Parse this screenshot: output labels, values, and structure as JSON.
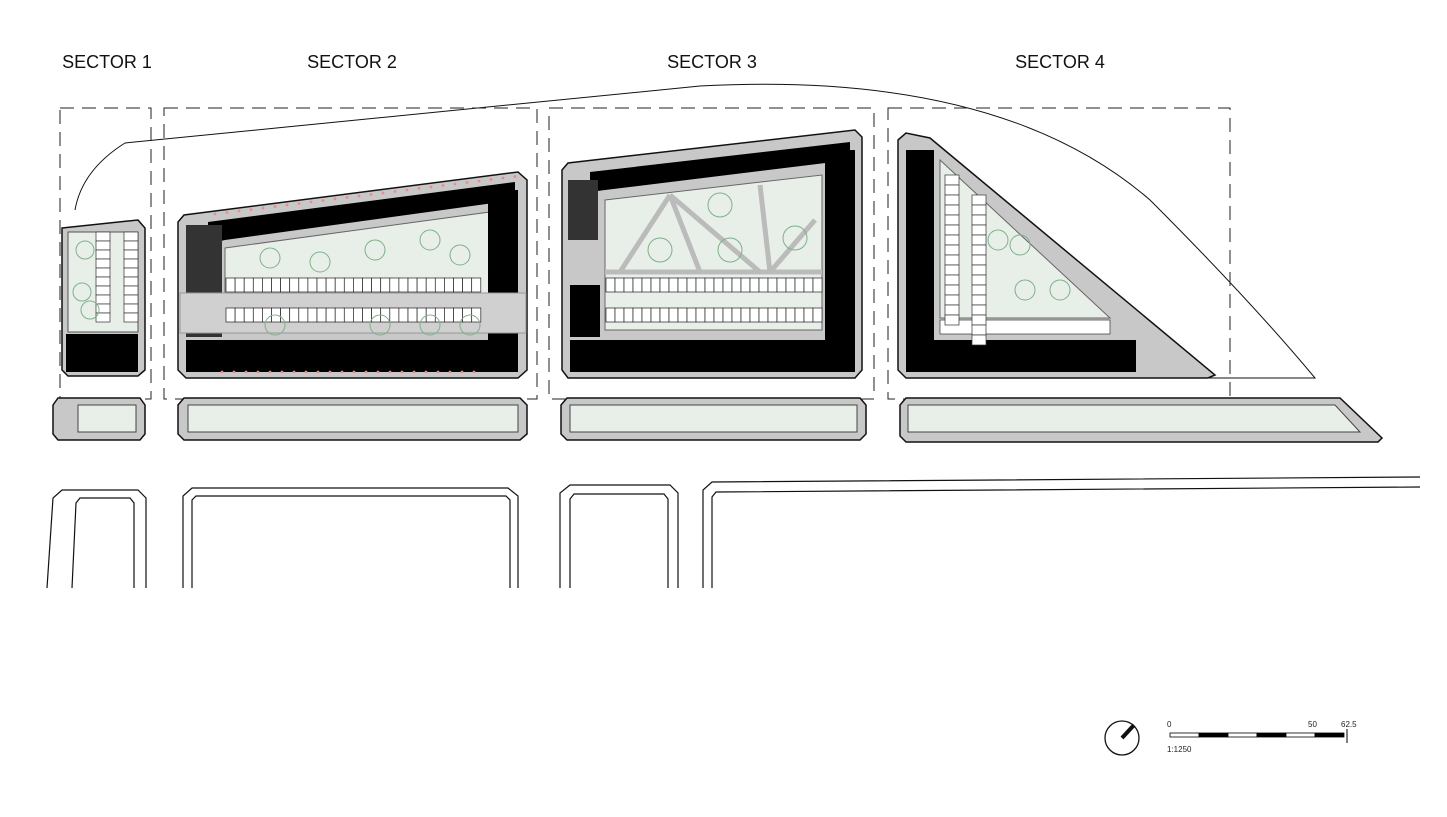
{
  "sectors": [
    {
      "label": "SECTOR 1"
    },
    {
      "label": "SECTOR 2"
    },
    {
      "label": "SECTOR 3"
    },
    {
      "label": "SECTOR 4"
    }
  ],
  "scale_bar": {
    "start_label": "0",
    "mid_label": "50",
    "end_label": "62.5",
    "scale_text": "1:1250"
  },
  "colors": {
    "building": "#000000",
    "ring": "#c8c8c8",
    "courtyard": "#e8efe8",
    "tree": "#7fb08a",
    "marker": "#f08a8a"
  }
}
